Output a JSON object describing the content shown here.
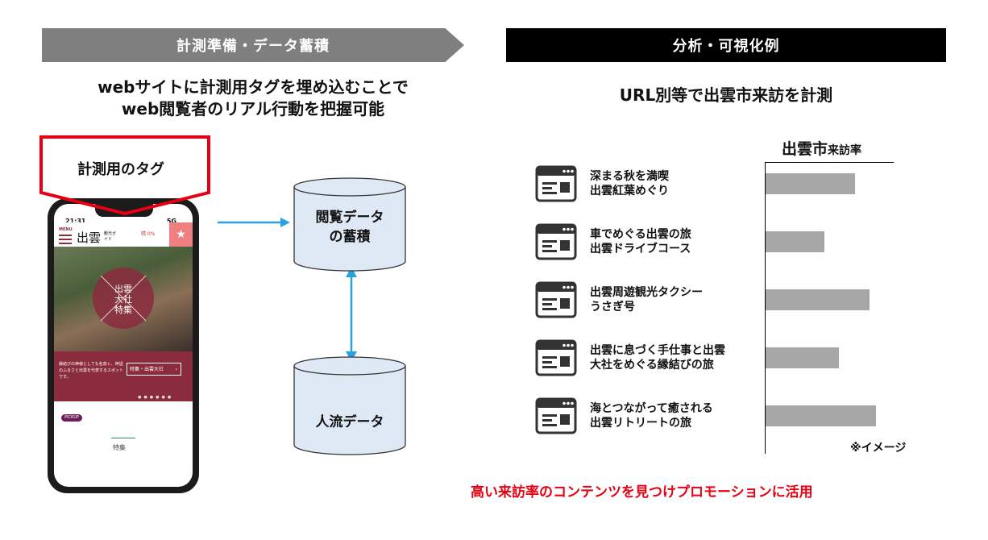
{
  "left_header": "計測準備・データ蓄積",
  "right_header": "分析・可視化例",
  "left_sub": [
    "webサイトに計測用タグを埋め込むことで",
    "web閲覧者のリアル行動を把握可能"
  ],
  "right_sub": "URL別等で出雲市来訪を計測",
  "tag_label": "計測用のタグ",
  "phone": {
    "time": "21:31",
    "network": "5G",
    "menu": "MENU",
    "logo": "出雲",
    "logo_small": "観光ガイド",
    "weather": "晴 0%",
    "photo_badge": [
      "出雲",
      "大社",
      "特集"
    ],
    "desc": "縁結びの神様としても名高く、神話のふるさと出雲を代表するスポットです。",
    "button": "特集・出雲大社",
    "pickup": "PICKUP",
    "section": "特集"
  },
  "cylinders": [
    {
      "lines": [
        "閲覧データ",
        "の蓄積"
      ]
    },
    {
      "lines": [
        "人流データ"
      ]
    }
  ],
  "chart_data": {
    "type": "bar",
    "title_main": "出雲市",
    "title_sub": "来訪率",
    "categories": [
      [
        "深まる秋を満喫",
        "出雲紅葉めぐり"
      ],
      [
        "車でめぐる出雲の旅",
        "出雲ドライブコース"
      ],
      [
        "出雲周遊観光タクシー",
        "うさぎ号"
      ],
      [
        "出雲に息づく手仕事と出雲",
        "大社をめぐる縁結びの旅"
      ],
      [
        "海とつながって癒される",
        "出雲リトリートの旅"
      ]
    ],
    "values": [
      0.79,
      0.52,
      0.92,
      0.65,
      0.98
    ],
    "bar_color": "#a6a6a6",
    "note": "※イメージ"
  },
  "bottom_text": "高い来訪率のコンテンツを見つけプロモーションに活用",
  "colors": {
    "accent_red": "#e60012",
    "arrow_blue": "#29a3e0",
    "cylinder_fill": "#dfe9f5",
    "maroon": "#8b2c3e"
  }
}
